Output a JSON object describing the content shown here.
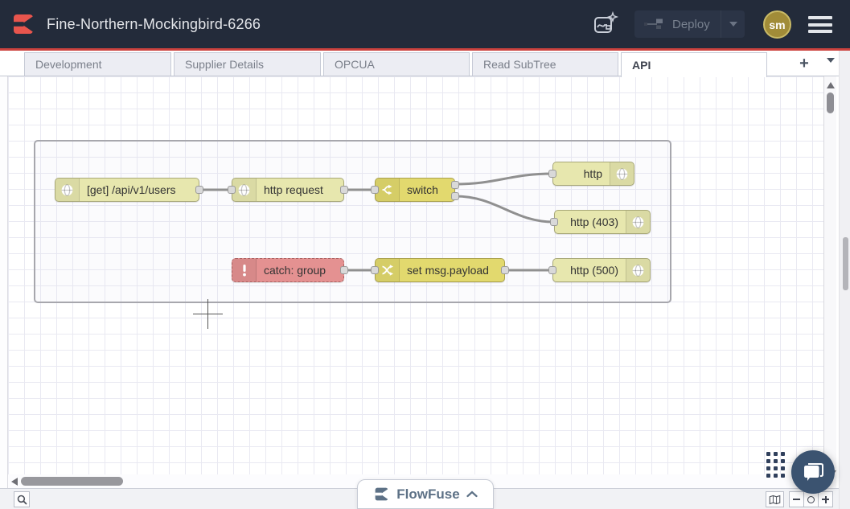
{
  "header": {
    "title": "Fine-Northern-Mockingbird-6266",
    "deploy": {
      "label": "Deploy",
      "enabled": false
    },
    "avatar": {
      "initials": "sm"
    }
  },
  "tabs": {
    "items": [
      {
        "label": "Development",
        "active": false
      },
      {
        "label": "Supplier Details",
        "active": false
      },
      {
        "label": "OPCUA",
        "active": false
      },
      {
        "label": "Read SubTree",
        "active": false
      },
      {
        "label": "API",
        "active": true
      }
    ],
    "add_label": "+"
  },
  "flow": {
    "nodes": {
      "http_in": {
        "label": "[get] /api/v1/users",
        "type": "http in",
        "color": "#e7e7ae"
      },
      "http_request": {
        "label": "http request",
        "type": "http request",
        "color": "#e7e7ae"
      },
      "switch": {
        "label": "switch",
        "type": "switch",
        "color": "#e2d96e"
      },
      "http_out": {
        "label": "http",
        "type": "http response",
        "color": "#e7e7ae"
      },
      "http_out_403": {
        "label": "http (403)",
        "type": "http response",
        "color": "#e7e7ae"
      },
      "catch": {
        "label": "catch: group",
        "type": "catch",
        "color": "#e49191"
      },
      "change": {
        "label": "set msg.payload",
        "type": "change",
        "color": "#e2d96e"
      },
      "http_out_500": {
        "label": "http (500)",
        "type": "http response",
        "color": "#e7e7ae"
      }
    }
  },
  "footer": {
    "brand": "FlowFuse"
  },
  "icons": [
    "flowfuse-logo",
    "ai-assistant-icon",
    "deploy-nodes-icon",
    "caret-down-icon",
    "hamburger-icon",
    "globe-icon",
    "switch-icon",
    "shuffle-icon",
    "exclamation-icon",
    "search-icon",
    "map-icon",
    "zoom-out-icon",
    "zoom-reset-icon",
    "zoom-in-icon",
    "chevron-up-icon",
    "chat-bubble-icon",
    "drag-dots-icon",
    "scroll-arrow-icons"
  ],
  "colors": {
    "header_bg": "#232b3a",
    "accent_red": "#cb423e",
    "wire": "#909090",
    "avatar_bg": "#a18c38",
    "chat_bg": "#3b5370"
  }
}
